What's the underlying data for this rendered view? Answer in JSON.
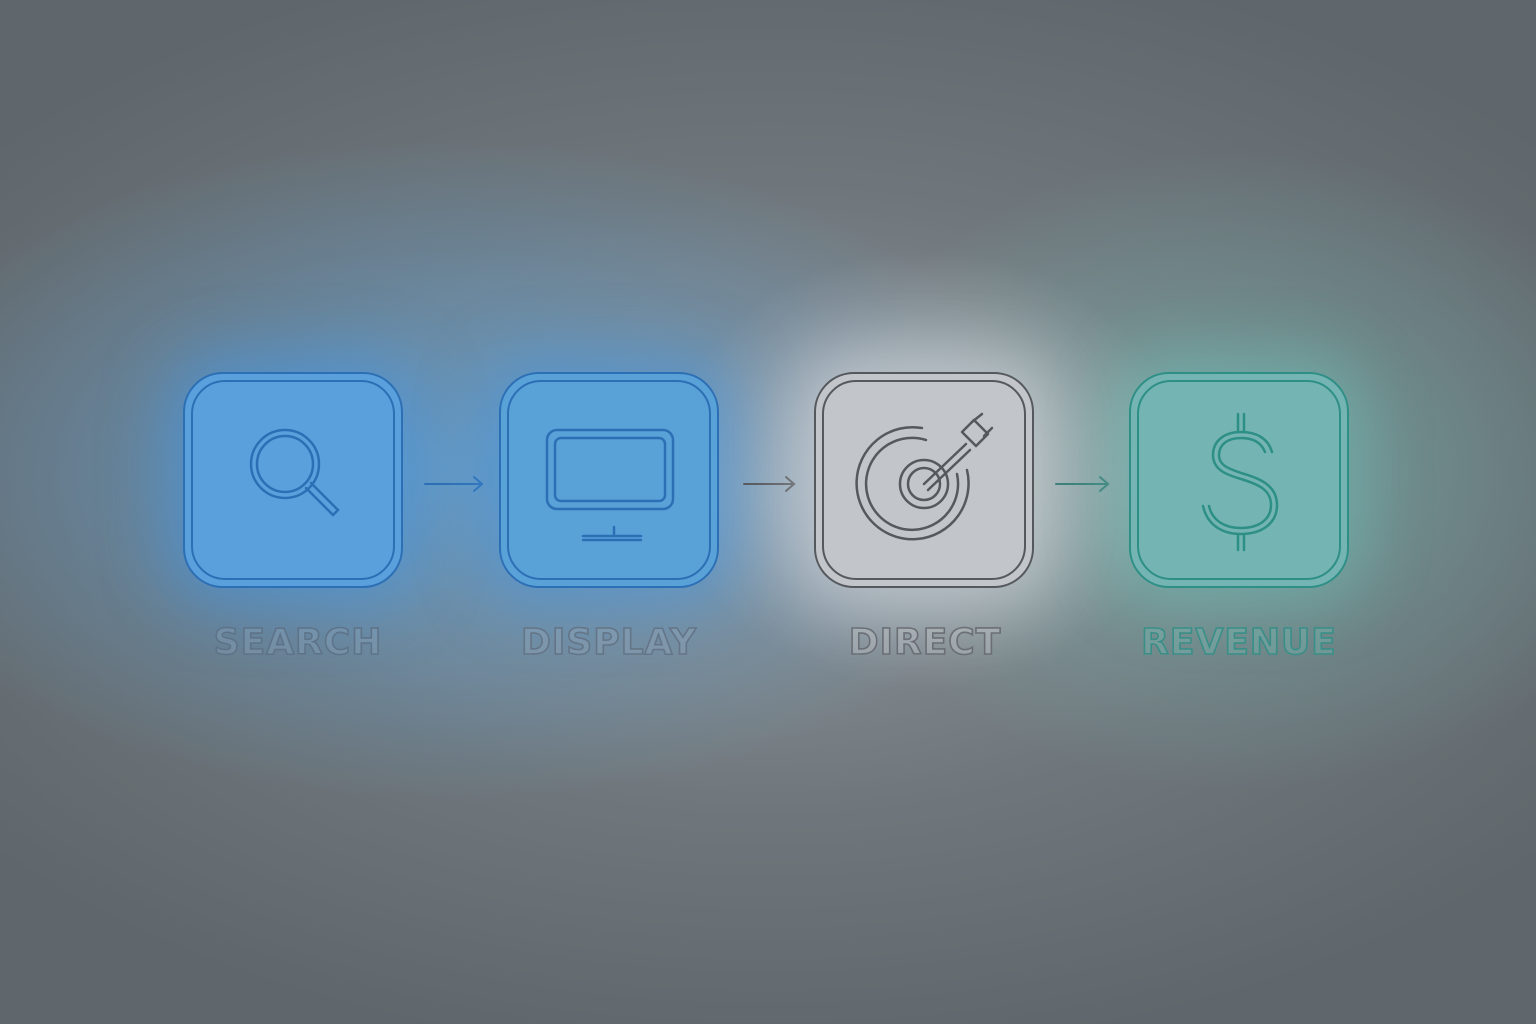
{
  "steps": [
    {
      "label": "SEARCH",
      "icon": "search-icon",
      "accent": "#5aa0dc"
    },
    {
      "label": "DISPLAY",
      "icon": "monitor-icon",
      "accent": "#58a2d8"
    },
    {
      "label": "DIRECT",
      "icon": "target-icon",
      "accent": "#c2c5ca"
    },
    {
      "label": "REVENUE",
      "icon": "dollar-icon",
      "accent": "#74b5b3"
    }
  ],
  "connectors": [
    "arrow-right-icon",
    "arrow-right-icon",
    "arrow-right-icon"
  ]
}
